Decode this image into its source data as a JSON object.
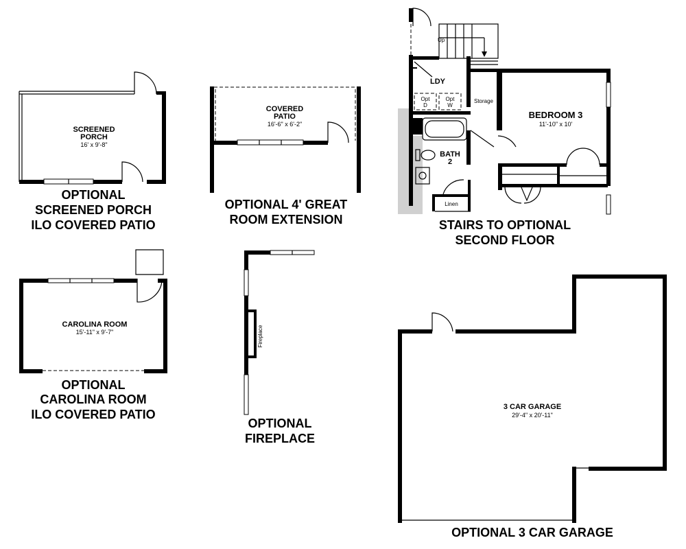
{
  "screened_porch": {
    "name_line1": "SCREENED",
    "name_line2": "PORCH",
    "dims": "16' x 9'-8\"",
    "caption_line1": "OPTIONAL",
    "caption_line2": "SCREENED PORCH",
    "caption_line3": "ILO COVERED PATIO"
  },
  "covered_patio": {
    "name_line1": "COVERED",
    "name_line2": "PATIO",
    "dims": "16'-6\" x 6'-2\"",
    "caption_line1": "OPTIONAL 4' GREAT",
    "caption_line2": "ROOM EXTENSION"
  },
  "stairs": {
    "up_label": "Up",
    "laundry": "LDY",
    "opt_dryer_1": "Opt",
    "opt_dryer_2": "D",
    "opt_washer_1": "Opt",
    "opt_washer_2": "W",
    "storage": "Storage",
    "bath_line1": "BATH",
    "bath_line2": "2",
    "linen": "Linen",
    "bedroom_name": "BEDROOM 3",
    "bedroom_dims": "11'-10\" x 10'",
    "caption_line1": "STAIRS TO OPTIONAL",
    "caption_line2": "SECOND FLOOR"
  },
  "carolina_room": {
    "name": "CAROLINA ROOM",
    "dims": "15'-11\" x 9'-7\"",
    "caption_line1": "OPTIONAL",
    "caption_line2": "CAROLINA ROOM",
    "caption_line3": "ILO COVERED PATIO"
  },
  "fireplace": {
    "label": "Fireplace",
    "caption_line1": "OPTIONAL",
    "caption_line2": "FIREPLACE"
  },
  "garage": {
    "name": "3 CAR GARAGE",
    "dims": "29'-4\" x 20'-11\"",
    "caption": "OPTIONAL 3 CAR GARAGE"
  }
}
